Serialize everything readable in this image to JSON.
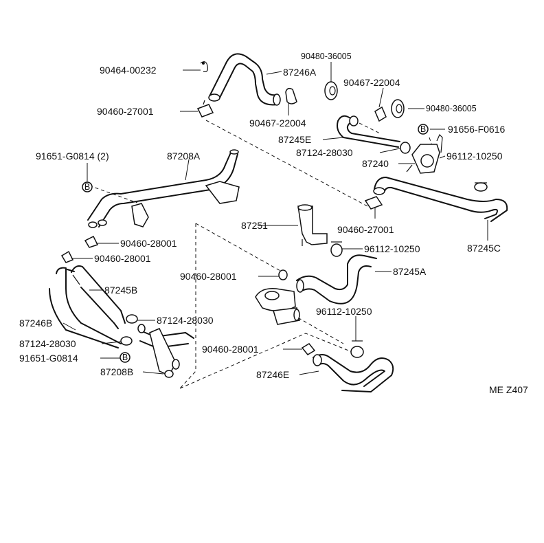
{
  "diagram": {
    "code": "ME Z407",
    "bolt_symbol": "B",
    "labels": {
      "p90464_00232": "90464-00232",
      "p87246A": "87246A",
      "p90480_36005_top": "90480-36005",
      "p90467_22004_right": "90467-22004",
      "p90480_36005_right": "90480-36005",
      "p90460_27001_top": "90460-27001",
      "p90467_22004_left": "90467-22004",
      "p91656_F0616": "91656-F0616",
      "p87245E": "87245E",
      "p87124_28030_top": "87124-28030",
      "p96112_10250_top": "96112-10250",
      "p87240": "87240",
      "p91651_G0814_2": "91651-G0814 (2)",
      "p87208A": "87208A",
      "p87251": "87251",
      "p90460_27001_mid": "90460-27001",
      "p90460_28001_a": "90460-28001",
      "p96112_10250_mid": "96112-10250",
      "p87245C": "87245C",
      "p90460_28001_b": "90460-28001",
      "p90460_28001_c": "90460-28001",
      "p87245A": "87245A",
      "p87245B": "87245B",
      "p96112_10250_low": "96112-10250",
      "p87124_28030_mid": "87124-28030",
      "p87246B": "87246B",
      "p87124_28030_low": "87124-28030",
      "p90460_28001_d": "90460-28001",
      "p91651_G0814": "91651-G0814",
      "p87246E": "87246E",
      "p87208B": "87208B"
    }
  }
}
